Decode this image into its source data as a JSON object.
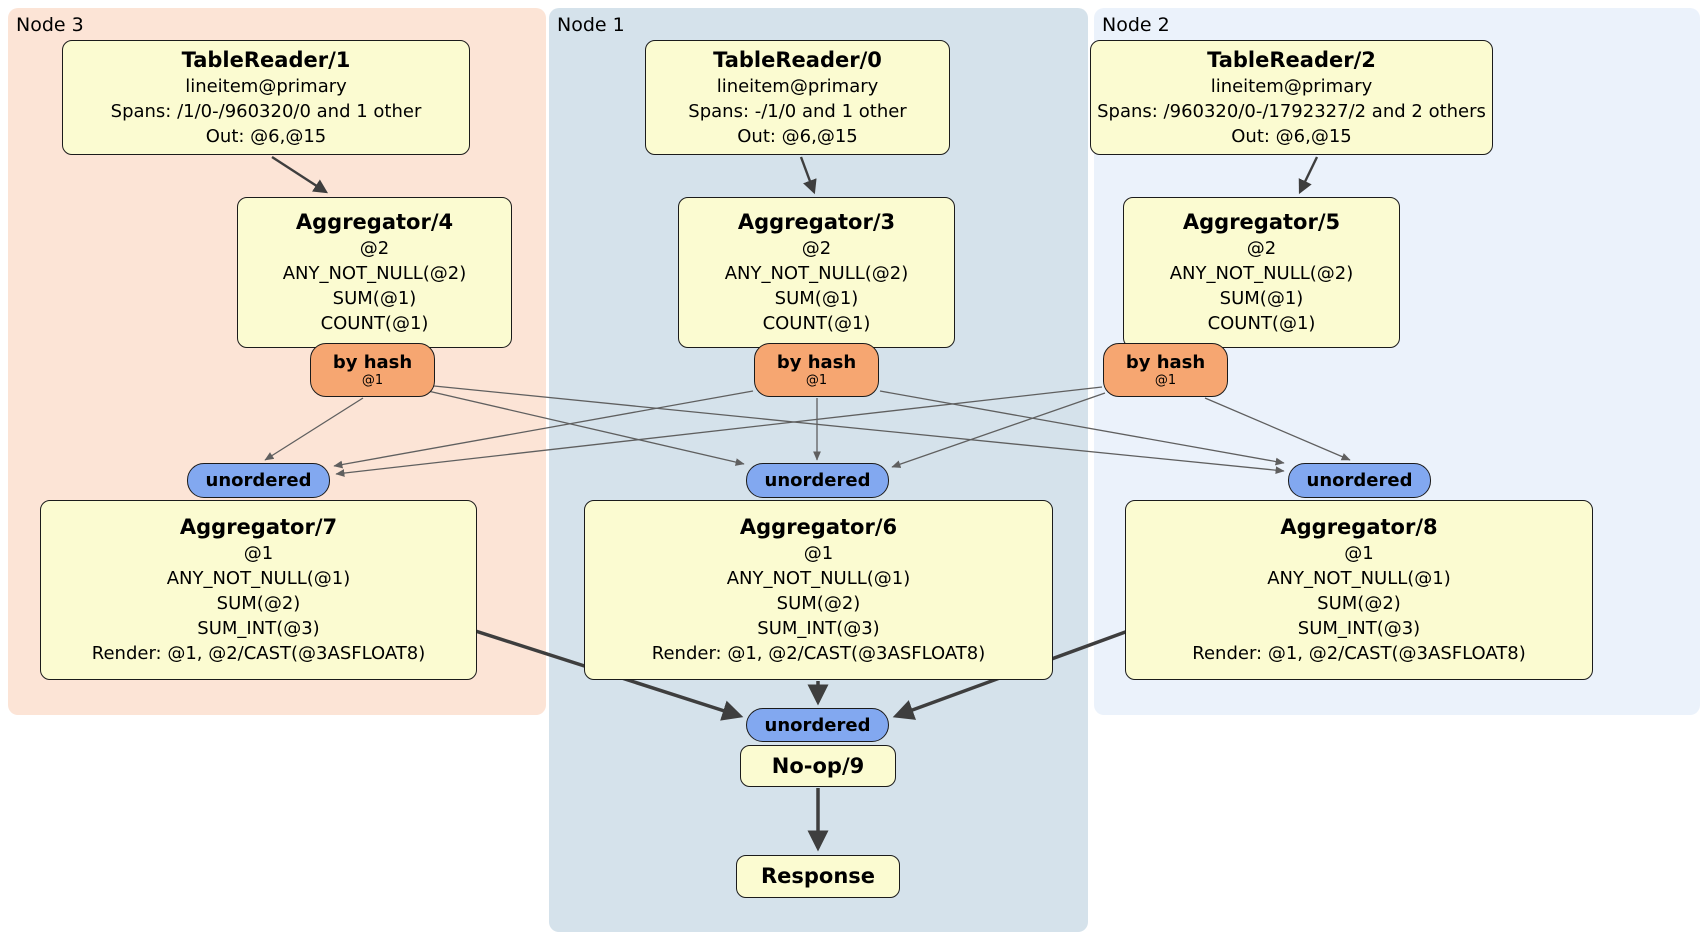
{
  "regions": {
    "node3": {
      "label": "Node 3"
    },
    "node1": {
      "label": "Node 1"
    },
    "node2": {
      "label": "Node 2"
    }
  },
  "processors": {
    "tr1": {
      "title": "TableReader/1",
      "lines": [
        "lineitem@primary",
        "Spans: /1/0-/960320/0 and 1 other",
        "Out: @6,@15"
      ]
    },
    "tr0": {
      "title": "TableReader/0",
      "lines": [
        "lineitem@primary",
        "Spans: -/1/0 and 1 other",
        "Out: @6,@15"
      ]
    },
    "tr2": {
      "title": "TableReader/2",
      "lines": [
        "lineitem@primary",
        "Spans: /960320/0-/1792327/2 and 2 others",
        "Out: @6,@15"
      ]
    },
    "agg4": {
      "title": "Aggregator/4",
      "lines": [
        "@2",
        "ANY_NOT_NULL(@2)",
        "SUM(@1)",
        "COUNT(@1)"
      ]
    },
    "agg3": {
      "title": "Aggregator/3",
      "lines": [
        "@2",
        "ANY_NOT_NULL(@2)",
        "SUM(@1)",
        "COUNT(@1)"
      ]
    },
    "agg5": {
      "title": "Aggregator/5",
      "lines": [
        "@2",
        "ANY_NOT_NULL(@2)",
        "SUM(@1)",
        "COUNT(@1)"
      ]
    },
    "agg7": {
      "title": "Aggregator/7",
      "lines": [
        "@1",
        "ANY_NOT_NULL(@1)",
        "SUM(@2)",
        "SUM_INT(@3)",
        "Render: @1, @2/CAST(@3ASFLOAT8)"
      ]
    },
    "agg6": {
      "title": "Aggregator/6",
      "lines": [
        "@1",
        "ANY_NOT_NULL(@1)",
        "SUM(@2)",
        "SUM_INT(@3)",
        "Render: @1, @2/CAST(@3ASFLOAT8)"
      ]
    },
    "agg8": {
      "title": "Aggregator/8",
      "lines": [
        "@1",
        "ANY_NOT_NULL(@1)",
        "SUM(@2)",
        "SUM_INT(@3)",
        "Render: @1, @2/CAST(@3ASFLOAT8)"
      ]
    },
    "noop": {
      "title": "No-op/9"
    },
    "response": {
      "title": "Response"
    }
  },
  "routers": {
    "by_hash_label": "by hash",
    "by_hash_sub": "@1"
  },
  "streams": {
    "unordered_label": "unordered"
  },
  "colors": {
    "region_node3": "#fce4d6",
    "region_node1": "#d5e2eb",
    "region_node2": "#ebf2fb",
    "processor_fill": "#fbfbd1",
    "router_fill": "#f6a671",
    "stream_fill": "#82a8f0",
    "edge_thin": "#5f5f5f",
    "edge_thick": "#3e3e3e",
    "border": "#1b1b1b"
  }
}
